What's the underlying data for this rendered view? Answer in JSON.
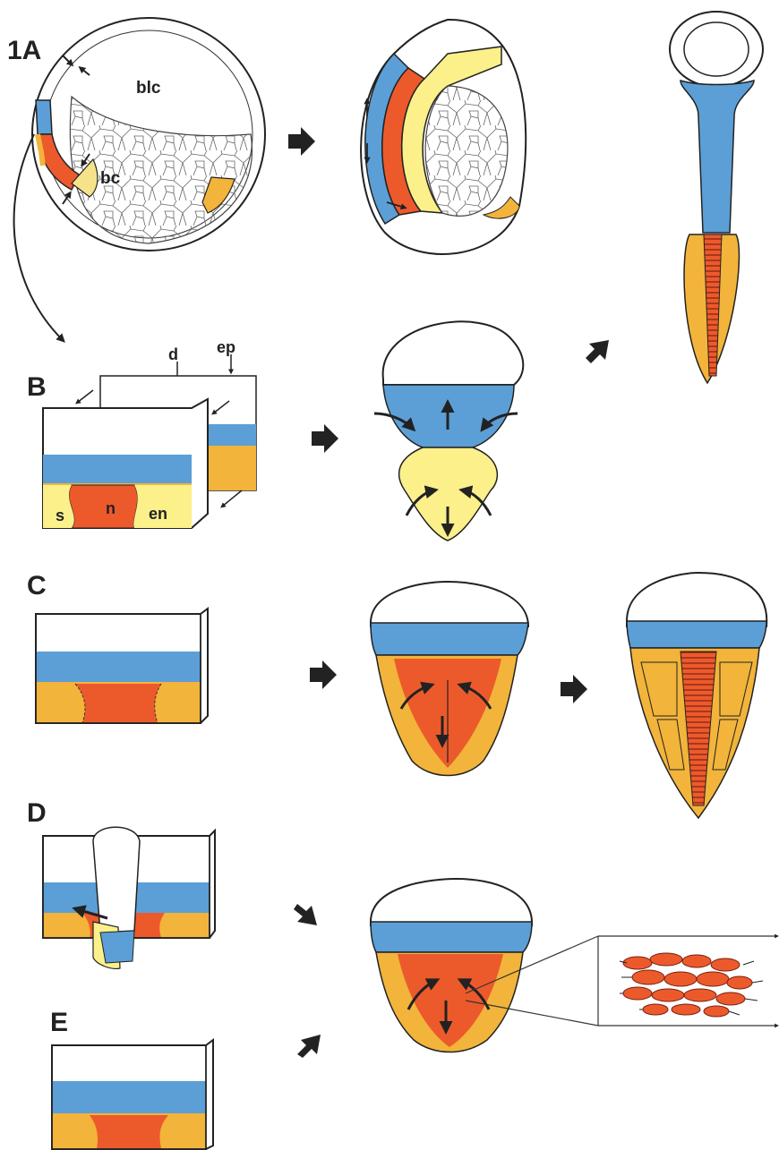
{
  "panels": {
    "A": {
      "label": "1A",
      "tags": {
        "blastocoel": "blc",
        "bottle_cells": "bc"
      }
    },
    "B": {
      "label": "B",
      "tags": {
        "dorsal": "d",
        "epithelium": "ep",
        "somite": "s",
        "notochord": "n",
        "endoderm": "en"
      }
    },
    "C": {
      "label": "C"
    },
    "D": {
      "label": "D"
    },
    "E": {
      "label": "E"
    }
  },
  "colors": {
    "ectoderm_white": "#ffffff",
    "mesoderm_blue": "#5b9fd6",
    "notochord_red": "#ec5a2c",
    "somite_orange": "#f2b43a",
    "endoderm_yellow": "#fbf08a",
    "outline": "#222222"
  },
  "icons": [
    "arrow-right-icon",
    "arrow-diagonal-icon",
    "curved-arrow-icon"
  ]
}
